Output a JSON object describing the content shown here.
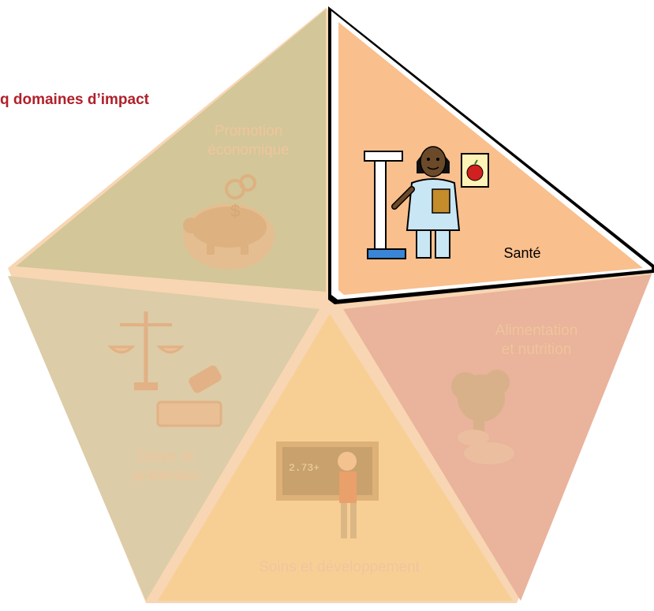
{
  "title": "q domaines d’impact",
  "colors": {
    "title": "#b0202a",
    "promotion_fill": "#d3c698",
    "sante_fill": "#f9bf8d",
    "alimentation_fill": "#eab39b",
    "droits_fill": "#dccca7",
    "soins_fill": "#f7cf95",
    "gap": "#f8d6b3",
    "faded_label": "#efc59c",
    "active_label": "#000000"
  },
  "segments": {
    "promotion": {
      "label_1": "Promotion",
      "label_2": "économique",
      "icon": "piggy-bank-icon"
    },
    "sante": {
      "label_1": "Santé",
      "icon": "nurse-scale-icon"
    },
    "alimentation": {
      "label_1": "Alimentation",
      "label_2": "et nutrition",
      "icon": "vegetables-icon"
    },
    "droits": {
      "label_1": "Droits et",
      "label_2": "protection",
      "icon": "justice-scale-gavel-icon"
    },
    "soins": {
      "label_1": "Soins et développement",
      "icon": "child-chalkboard-icon",
      "chalkboard_text": "2.73+"
    }
  }
}
